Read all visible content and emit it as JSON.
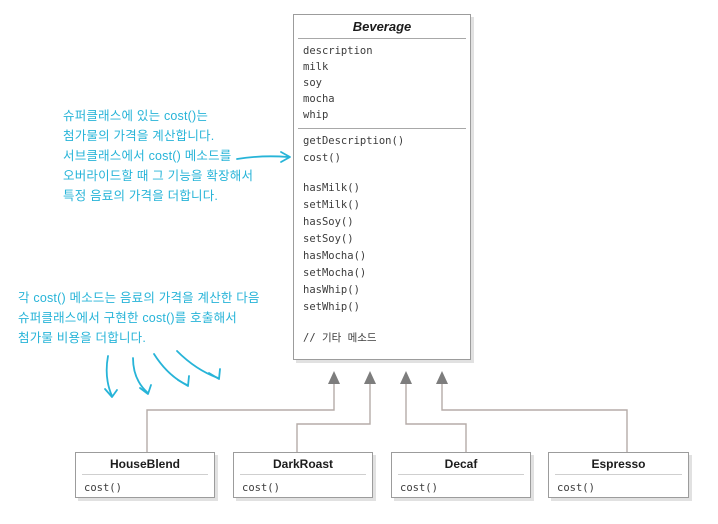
{
  "superclass": {
    "title": "Beverage",
    "fields": [
      "description",
      "milk",
      "soy",
      "mocha",
      "whip"
    ],
    "core_methods": [
      "getDescription()",
      "cost()"
    ],
    "accessor_methods": [
      "hasMilk()",
      "setMilk()",
      "hasSoy()",
      "setSoy()",
      "hasMocha()",
      "setMocha()",
      "hasWhip()",
      "setWhip()"
    ],
    "comment": "// 기타 메소드"
  },
  "subclasses": [
    {
      "title": "HouseBlend",
      "methods": [
        "cost()"
      ]
    },
    {
      "title": "DarkRoast",
      "methods": [
        "cost()"
      ]
    },
    {
      "title": "Decaf",
      "methods": [
        "cost()"
      ]
    },
    {
      "title": "Espresso",
      "methods": [
        "cost()"
      ]
    }
  ],
  "annotations": {
    "cost_note": {
      "line1": "슈퍼클래스에 있는 cost()는",
      "line2": "첨가물의 가격을 계산합니다.",
      "line3": "서브클래스에서 cost() 메소드를",
      "line4": "오버라이드할 때 그 기능을 확장해서",
      "line5": "특정 음료의 가격을 더합니다."
    },
    "subclass_note": {
      "line1": "각 cost() 메소드는 음료의 가격을 계산한 다음",
      "line2": "슈퍼클래스에서 구현한 cost()를 호출해서",
      "line3": "첨가물 비용을 더합니다."
    }
  },
  "colors": {
    "annotation_cyan": "#27b4d8",
    "arrowhead_gray": "#7d7d7d",
    "connector_gray": "#b5aca8",
    "box_border": "#9c9c9c"
  }
}
